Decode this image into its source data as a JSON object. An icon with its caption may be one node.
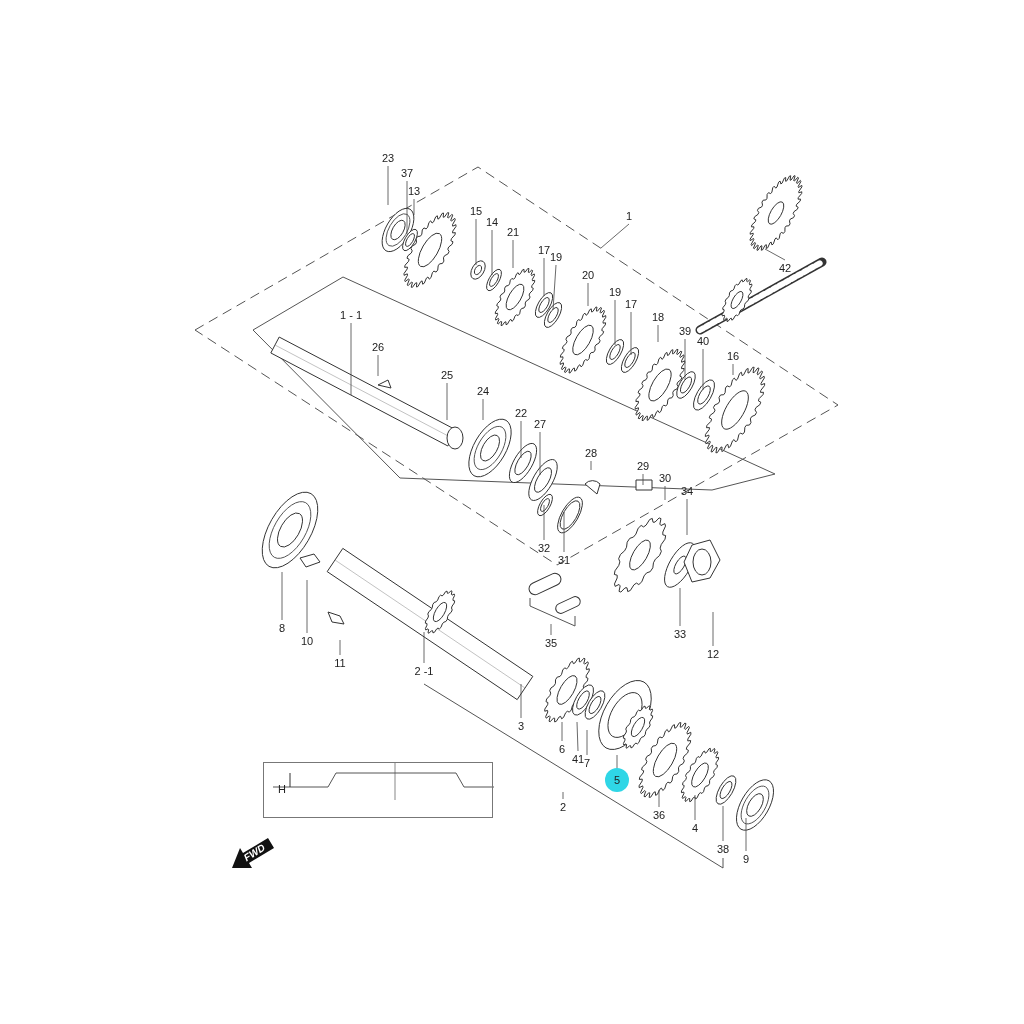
{
  "diagram": {
    "nodes": [
      {
        "text": [
          "23"
        ]
      },
      {
        "text": [
          "37"
        ]
      },
      {
        "text": [
          "13"
        ]
      },
      {
        "text": [
          "1"
        ]
      },
      {
        "text": [
          "15"
        ]
      },
      {
        "text": [
          "14"
        ]
      },
      {
        "text": [
          "42"
        ]
      },
      {
        "text": [
          "21"
        ]
      },
      {
        "text": [
          "17"
        ]
      },
      {
        "text": [
          "19"
        ]
      },
      {
        "text": [
          "20"
        ]
      },
      {
        "text": [
          "19"
        ]
      },
      {
        "text": [
          "17"
        ]
      },
      {
        "text": [
          "18"
        ]
      },
      {
        "text": [
          "1 - 1"
        ]
      },
      {
        "text": [
          "39"
        ]
      },
      {
        "text": [
          "26"
        ]
      },
      {
        "text": [
          "40"
        ]
      },
      {
        "text": [
          "16"
        ]
      },
      {
        "text": [
          "25"
        ]
      },
      {
        "text": [
          "24"
        ]
      },
      {
        "text": [
          "22"
        ]
      },
      {
        "text": [
          "27"
        ]
      },
      {
        "text": [
          "28"
        ]
      },
      {
        "text": [
          "29"
        ]
      },
      {
        "text": [
          "30"
        ]
      },
      {
        "text": [
          "34"
        ]
      },
      {
        "text": [
          "32"
        ]
      },
      {
        "text": [
          "31"
        ]
      },
      {
        "text": [
          "8"
        ]
      },
      {
        "text": [
          "10"
        ]
      },
      {
        "text": [
          "35"
        ]
      },
      {
        "text": [
          "33"
        ]
      },
      {
        "text": [
          "12"
        ]
      },
      {
        "text": [
          "11"
        ]
      },
      {
        "text": [
          "2 -1"
        ]
      },
      {
        "text": [
          "3"
        ]
      },
      {
        "text": [
          "6"
        ]
      },
      {
        "text": [
          "41"
        ]
      },
      {
        "text": [
          "7"
        ]
      },
      {
        "text": [
          "5"
        ]
      },
      {
        "text": [
          "2"
        ]
      },
      {
        "text": [
          "36"
        ]
      },
      {
        "text": [
          "4"
        ]
      },
      {
        "text": [
          "38"
        ]
      },
      {
        "text": [
          "9"
        ]
      },
      {
        "text": [
          "H"
        ]
      }
    ],
    "edges": [
      {
        "from": 0,
        "to": null,
        "arrow": "none"
      },
      {
        "from": 1,
        "to": null,
        "arrow": "none"
      },
      {
        "from": 2,
        "to": null,
        "arrow": "none"
      },
      {
        "from": 3,
        "to": null,
        "arrow": "none"
      },
      {
        "from": 4,
        "to": null,
        "arrow": "none"
      },
      {
        "from": 5,
        "to": null,
        "arrow": "none"
      },
      {
        "from": 6,
        "to": null,
        "arrow": "none"
      },
      {
        "from": 7,
        "to": null,
        "arrow": "none"
      },
      {
        "from": 8,
        "to": null,
        "arrow": "none"
      },
      {
        "from": 9,
        "to": null,
        "arrow": "none"
      },
      {
        "from": 10,
        "to": null,
        "arrow": "none"
      },
      {
        "from": 11,
        "to": null,
        "arrow": "none"
      },
      {
        "from": 12,
        "to": null,
        "arrow": "none"
      },
      {
        "from": 13,
        "to": null,
        "arrow": "none"
      },
      {
        "from": 14,
        "to": null,
        "arrow": "none"
      },
      {
        "from": 15,
        "to": null,
        "arrow": "none"
      },
      {
        "from": 16,
        "to": null,
        "arrow": "none"
      },
      {
        "from": 17,
        "to": null,
        "arrow": "none"
      },
      {
        "from": 18,
        "to": null,
        "arrow": "none"
      },
      {
        "from": 19,
        "to": null,
        "arrow": "none"
      },
      {
        "from": 20,
        "to": null,
        "arrow": "none"
      },
      {
        "from": 21,
        "to": null,
        "arrow": "none"
      },
      {
        "from": 22,
        "to": null,
        "arrow": "none"
      },
      {
        "from": 23,
        "to": null,
        "arrow": "none"
      },
      {
        "from": 24,
        "to": null,
        "arrow": "none"
      },
      {
        "from": 25,
        "to": null,
        "arrow": "none"
      },
      {
        "from": 26,
        "to": null,
        "arrow": "none"
      },
      {
        "from": 27,
        "to": null,
        "arrow": "none"
      },
      {
        "from": 28,
        "to": null,
        "arrow": "none"
      },
      {
        "from": 29,
        "to": null,
        "arrow": "none"
      },
      {
        "from": 30,
        "to": null,
        "arrow": "none"
      },
      {
        "from": 31,
        "to": null,
        "arrow": "none"
      },
      {
        "from": 32,
        "to": null,
        "arrow": "none"
      },
      {
        "from": 33,
        "to": null,
        "arrow": "none"
      },
      {
        "from": 34,
        "to": null,
        "arrow": "none"
      },
      {
        "from": 35,
        "to": null,
        "arrow": "none"
      },
      {
        "from": 36,
        "to": null,
        "arrow": "none"
      },
      {
        "from": 37,
        "to": null,
        "arrow": "none"
      },
      {
        "from": 38,
        "to": null,
        "arrow": "none"
      },
      {
        "from": 39,
        "to": null,
        "arrow": "none"
      },
      {
        "from": 40,
        "to": null,
        "arrow": "none"
      },
      {
        "from": 41,
        "to": null,
        "arrow": "none"
      },
      {
        "from": 42,
        "to": null,
        "arrow": "none"
      },
      {
        "from": 43,
        "to": null,
        "arrow": "none"
      },
      {
        "from": 44,
        "to": null,
        "arrow": "none"
      },
      {
        "from": 45,
        "to": null,
        "arrow": "none"
      }
    ],
    "labels": [
      "FWD"
    ]
  }
}
